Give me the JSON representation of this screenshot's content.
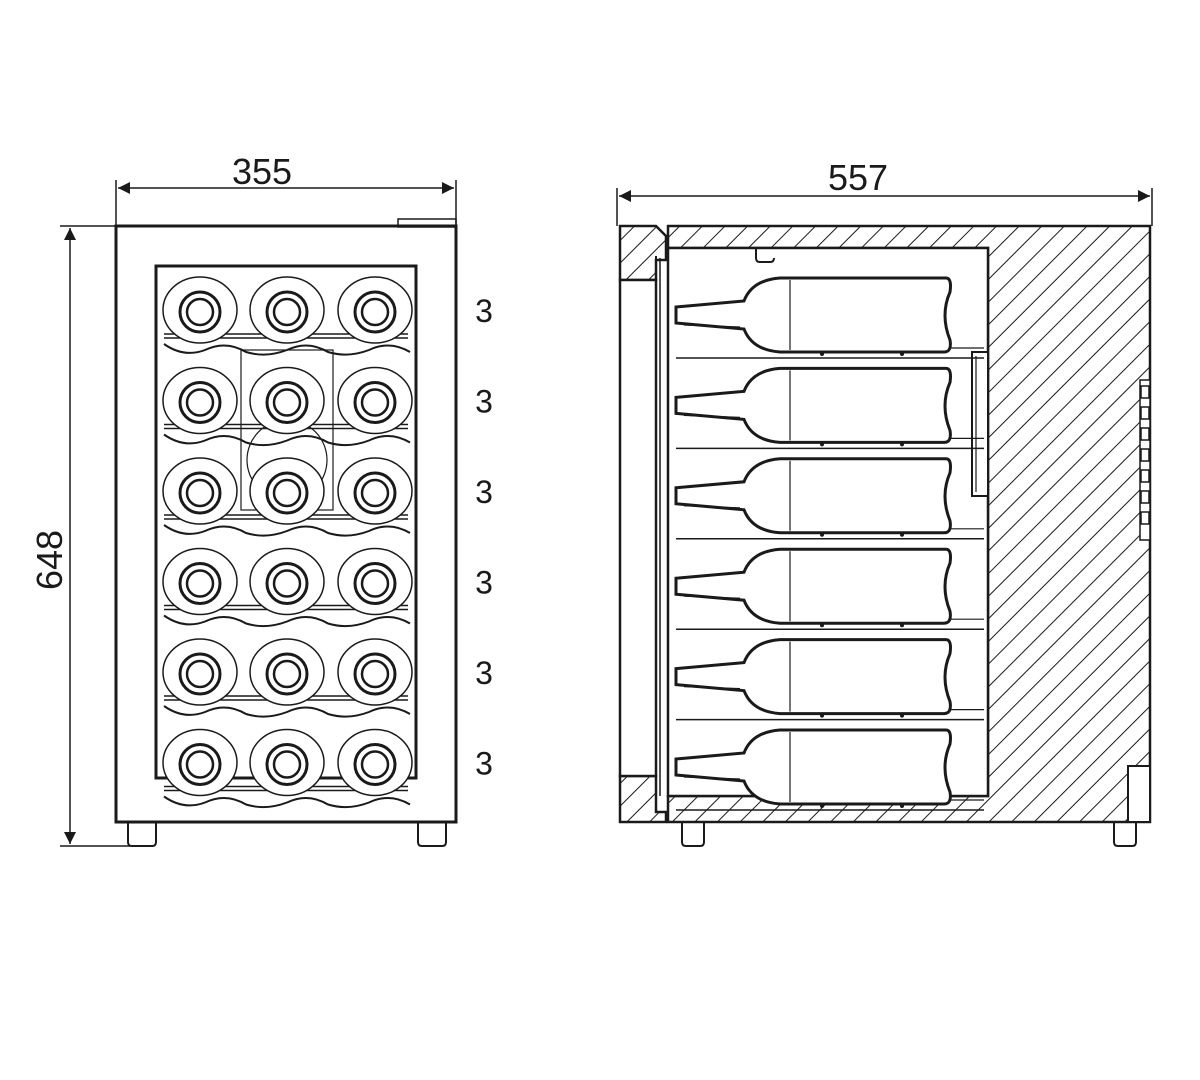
{
  "front_view": {
    "width_label": "355",
    "height_label": "648",
    "shelves": [
      {
        "bottles": 3,
        "label": "3"
      },
      {
        "bottles": 3,
        "label": "3"
      },
      {
        "bottles": 3,
        "label": "3"
      },
      {
        "bottles": 3,
        "label": "3"
      },
      {
        "bottles": 3,
        "label": "3"
      },
      {
        "bottles": 3,
        "label": "3"
      }
    ]
  },
  "side_view": {
    "depth_label": "557",
    "shelf_count": 6
  }
}
